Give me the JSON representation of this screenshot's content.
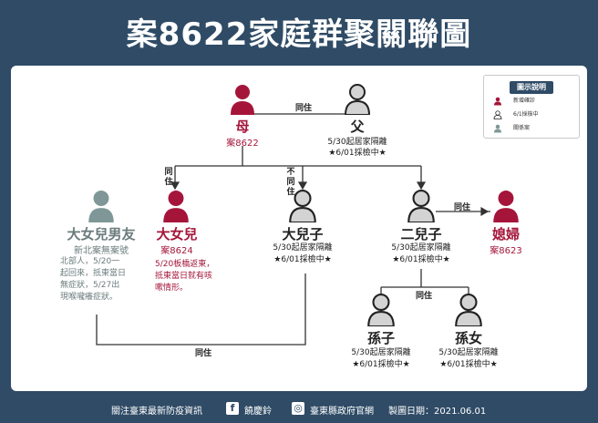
{
  "title": "案8622家庭群聚關聯圖",
  "legend": {
    "heading": "圖示說明",
    "items": [
      {
        "label": "新增確診",
        "color": "#a5153a"
      },
      {
        "label": "6/1採檢中",
        "color": "#ffffff"
      },
      {
        "label": "關係案",
        "color": "#7f9897"
      }
    ]
  },
  "relations": {
    "mother_father": "同住",
    "mother_eldest_daughter": "同住",
    "eldest_son_not": "不同住",
    "second_son_wife": "同住",
    "grandchildren": "同住",
    "bottom": "同住"
  },
  "people": {
    "mother": {
      "name": "母",
      "case": "案8622"
    },
    "father": {
      "name": "父",
      "status": [
        "5/30起居家隔離",
        "★6/01採檢中★"
      ]
    },
    "daughter_boyfriend": {
      "name": "大女兒男友",
      "case": "新北案無案號",
      "note": [
        "北部人，5/20一",
        "起回來，抵東當日",
        "無症狀，5/27出",
        "現喉嚨癢症狀。"
      ]
    },
    "eldest_daughter": {
      "name": "大女兒",
      "case": "案8624",
      "note": [
        "5/20板橋返東，",
        "抵東當日就有咳",
        "嗽情形。"
      ]
    },
    "eldest_son": {
      "name": "大兒子",
      "status": [
        "5/30起居家隔離",
        "★6/01採檢中★"
      ]
    },
    "second_son": {
      "name": "二兒子",
      "status": [
        "5/30起居家隔離",
        "★6/01採檢中★"
      ]
    },
    "daughter_in_law": {
      "name": "媳婦",
      "case": "案8623"
    },
    "grandson": {
      "name": "孫子",
      "status": [
        "5/30起居家隔離",
        "★6/01採檢中★"
      ]
    },
    "granddaughter": {
      "name": "孫女",
      "status": [
        "5/30起居家隔離",
        "★6/01採檢中★"
      ]
    }
  },
  "footer": {
    "follow": "關注臺東最新防疫資訊",
    "fb": "饒慶鈴",
    "gov": "臺東縣政府官網",
    "date": "製圖日期：2021.06.01"
  }
}
